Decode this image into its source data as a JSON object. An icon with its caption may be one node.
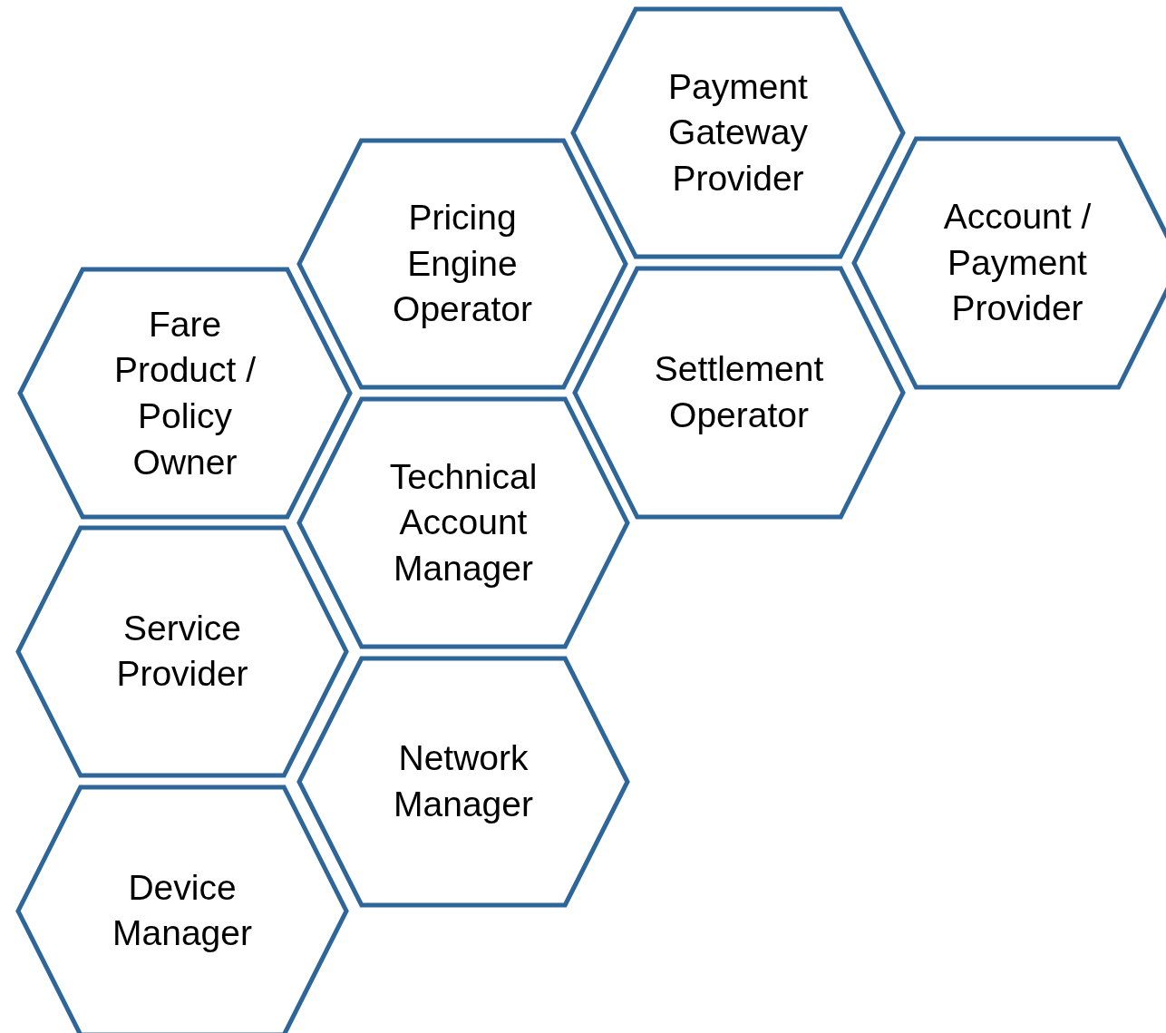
{
  "diagram": {
    "nodes": [
      {
        "text": [
          "Payment Gateway Provider"
        ]
      },
      {
        "text": [
          "Pricing Engine Operator"
        ]
      },
      {
        "text": [
          "Account / Payment Provider"
        ]
      },
      {
        "text": [
          "Fare Product / Policy Owner"
        ]
      },
      {
        "text": [
          "Settlement Operator"
        ]
      },
      {
        "text": [
          "Technical Account Manager"
        ]
      },
      {
        "text": [
          "Service Provider"
        ]
      },
      {
        "text": [
          "Network Manager"
        ]
      },
      {
        "text": [
          "Device Manager"
        ]
      }
    ],
    "edges": []
  }
}
